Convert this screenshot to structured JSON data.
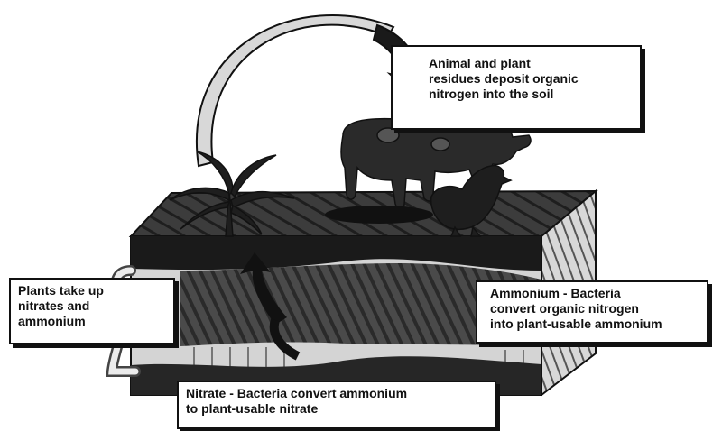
{
  "labels": {
    "residues": [
      "Animal and plant",
      "residues deposit organic",
      "nitrogen into the soil"
    ],
    "plants": [
      "Plants take up",
      "nitrates and",
      "ammonium"
    ],
    "ammonium": [
      "Ammonium - Bacteria",
      "convert organic nitrogen",
      "into plant-usable ammonium"
    ],
    "nitrate": [
      "Nitrate - Bacteria convert ammonium",
      "to plant-usable nitrate"
    ]
  },
  "icons": [
    "curved-arrow-icon",
    "plant-icon",
    "cow-icon",
    "chicken-icon",
    "soil-block-icon",
    "root-pipe-icon"
  ]
}
